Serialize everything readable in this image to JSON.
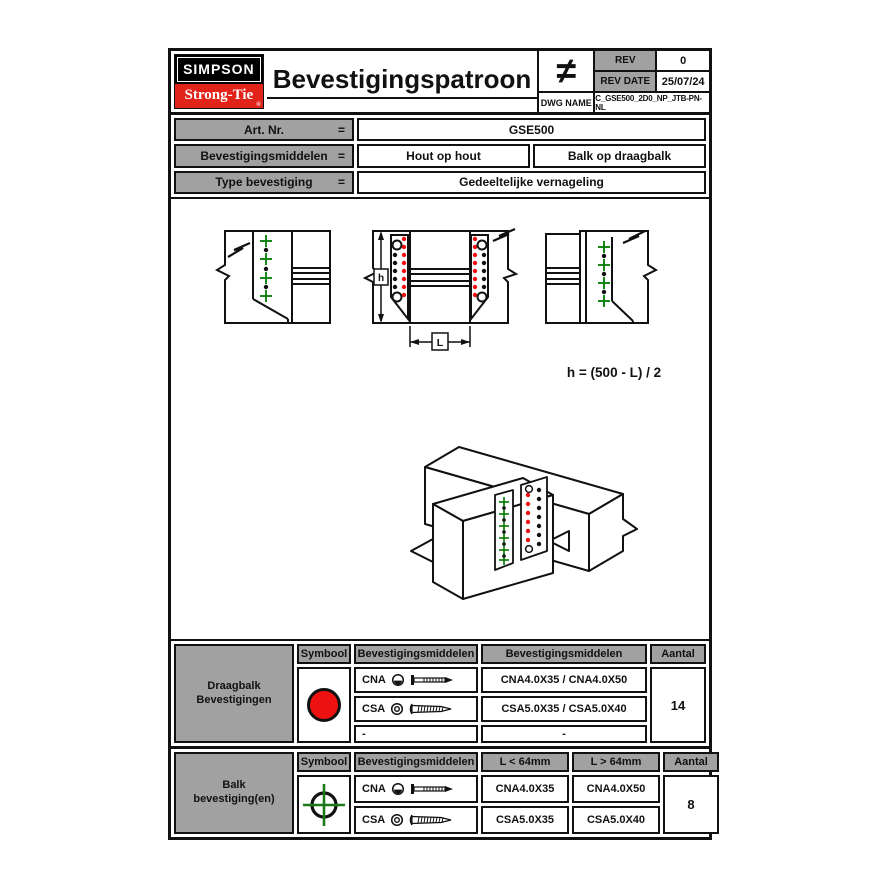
{
  "header": {
    "logo_line1": "SIMPSON",
    "logo_line2": "Strong-Tie",
    "logo_reg": "®",
    "title": "Bevestigingspatroon",
    "projection_symbol": "≠",
    "rev_label": "REV",
    "rev_value": "0",
    "rev_date_label": "REV DATE",
    "rev_date_value": "25/07/24",
    "dwg_name_label": "DWG NAME",
    "dwg_name_value": "C_GSE500_2D0_NP_JTB-PN-NL"
  },
  "info": {
    "rows": [
      {
        "label": "Art. Nr.",
        "eq": "=",
        "value": "GSE500"
      },
      {
        "label": "Bevestigingsmiddelen",
        "eq": "=",
        "value1": "Hout op hout",
        "value2": "Balk op draagbalk"
      },
      {
        "label": "Type bevestiging",
        "eq": "=",
        "value": "Gedeeltelijke vernageling"
      }
    ]
  },
  "drawing": {
    "formula": "h = (500 - L) / 2",
    "dim_h_label": "h",
    "dim_l_label": "L"
  },
  "table1": {
    "row_label_line1": "Draagbalk",
    "row_label_line2": "Bevestigingen",
    "col_symbool": "Symbool",
    "col_middelen": "Bevestigingsmiddelen",
    "col_middelen2": "Bevestigingsmiddelen",
    "col_aantal": "Aantal",
    "rows": [
      {
        "code": "CNA",
        "value": "CNA4.0X35 / CNA4.0X50"
      },
      {
        "code": "CSA",
        "value": "CSA5.0X35 / CSA5.0X40"
      },
      {
        "code": "-",
        "value": "-"
      }
    ],
    "aantal": "14"
  },
  "table2": {
    "row_label_line1": "Balk",
    "row_label_line2": "bevestiging(en)",
    "col_symbool": "Symbool",
    "col_middelen": "Bevestigingsmiddelen",
    "col_l_small": "L < 64mm",
    "col_l_large": "L > 64mm",
    "col_aantal": "Aantal",
    "rows": [
      {
        "code": "CNA",
        "l_small": "CNA4.0X35",
        "l_large": "CNA4.0X50"
      },
      {
        "code": "CSA",
        "l_small": "CSA5.0X35",
        "l_large": "CSA5.0X40"
      }
    ],
    "aantal": "8"
  },
  "colors": {
    "symbol_red": "#ee1111",
    "fastener_green": "#007a00",
    "cell_gray": "#a1a1a1",
    "logo_red": "#e2231a"
  }
}
